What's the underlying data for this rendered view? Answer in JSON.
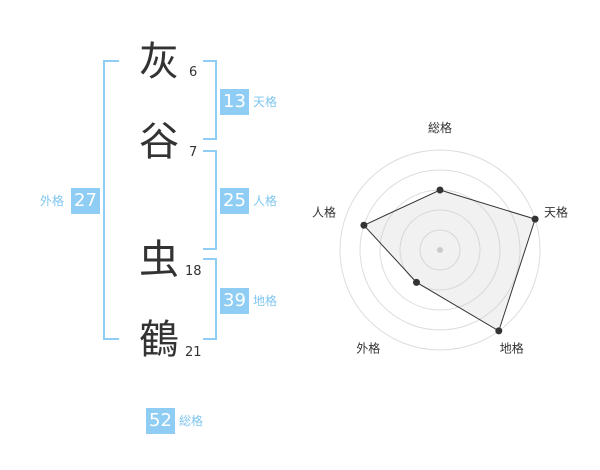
{
  "name": {
    "chars": [
      {
        "char": "灰",
        "strokes": "6"
      },
      {
        "char": "谷",
        "strokes": "7"
      },
      {
        "char": "虫",
        "strokes": "18"
      },
      {
        "char": "鶴",
        "strokes": "21"
      }
    ]
  },
  "fortune": {
    "tenkaku": {
      "value": "13",
      "label": "天格"
    },
    "jinkaku": {
      "value": "25",
      "label": "人格"
    },
    "chikaku": {
      "value": "39",
      "label": "地格"
    },
    "gaikaku": {
      "value": "27",
      "label": "外格"
    },
    "soukaku": {
      "value": "52",
      "label": "総格"
    }
  },
  "colors": {
    "accent": "#8fcdf4",
    "text": "#333333"
  },
  "chart_data": {
    "type": "radar",
    "axes": [
      "総格",
      "天格",
      "地格",
      "外格",
      "人格"
    ],
    "values": [
      3,
      5,
      5,
      2,
      4
    ],
    "max": 5
  }
}
